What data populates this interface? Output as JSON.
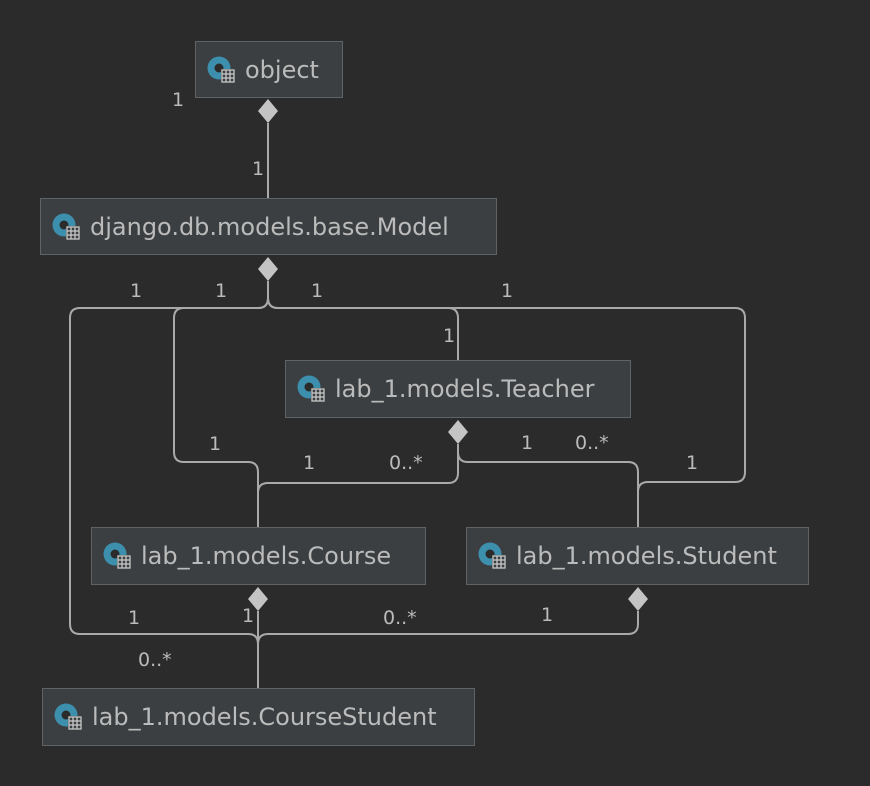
{
  "nodes": {
    "object": {
      "label": "object",
      "icon": "python-class-icon"
    },
    "model": {
      "label": "django.db.models.base.Model",
      "icon": "python-class-icon"
    },
    "teacher": {
      "label": "lab_1.models.Teacher",
      "icon": "python-class-icon"
    },
    "course": {
      "label": "lab_1.models.Course",
      "icon": "python-class-icon"
    },
    "student": {
      "label": "lab_1.models.Student",
      "icon": "python-class-icon"
    },
    "coursestudent": {
      "label": "lab_1.models.CourseStudent",
      "icon": "python-class-icon"
    }
  },
  "multiplicities": {
    "object_model_top": "1",
    "object_model_bottom": "1",
    "model_coursestudent": "1",
    "model_course_top": "1",
    "model_teacher_top": "1",
    "model_student_top": "1",
    "model_teacher_bottom": "1",
    "model_course_bottom": "1",
    "teacher_course_1": "1",
    "teacher_course_many": "0..*",
    "teacher_student_1": "1",
    "teacher_student_many": "0..*",
    "model_student_bottom": "1",
    "coursestudent_model": "1",
    "course_coursestudent_1": "1",
    "course_coursestudent_many": "0..*",
    "student_coursestudent_1": "1",
    "coursestudent_many": "0..*"
  },
  "colors": {
    "background": "#2b2b2b",
    "node_fill": "#3c3f41",
    "node_border": "#5f6366",
    "text": "#bbbbbb",
    "connector": "#a9a9a9",
    "icon": "#3d8fae"
  }
}
